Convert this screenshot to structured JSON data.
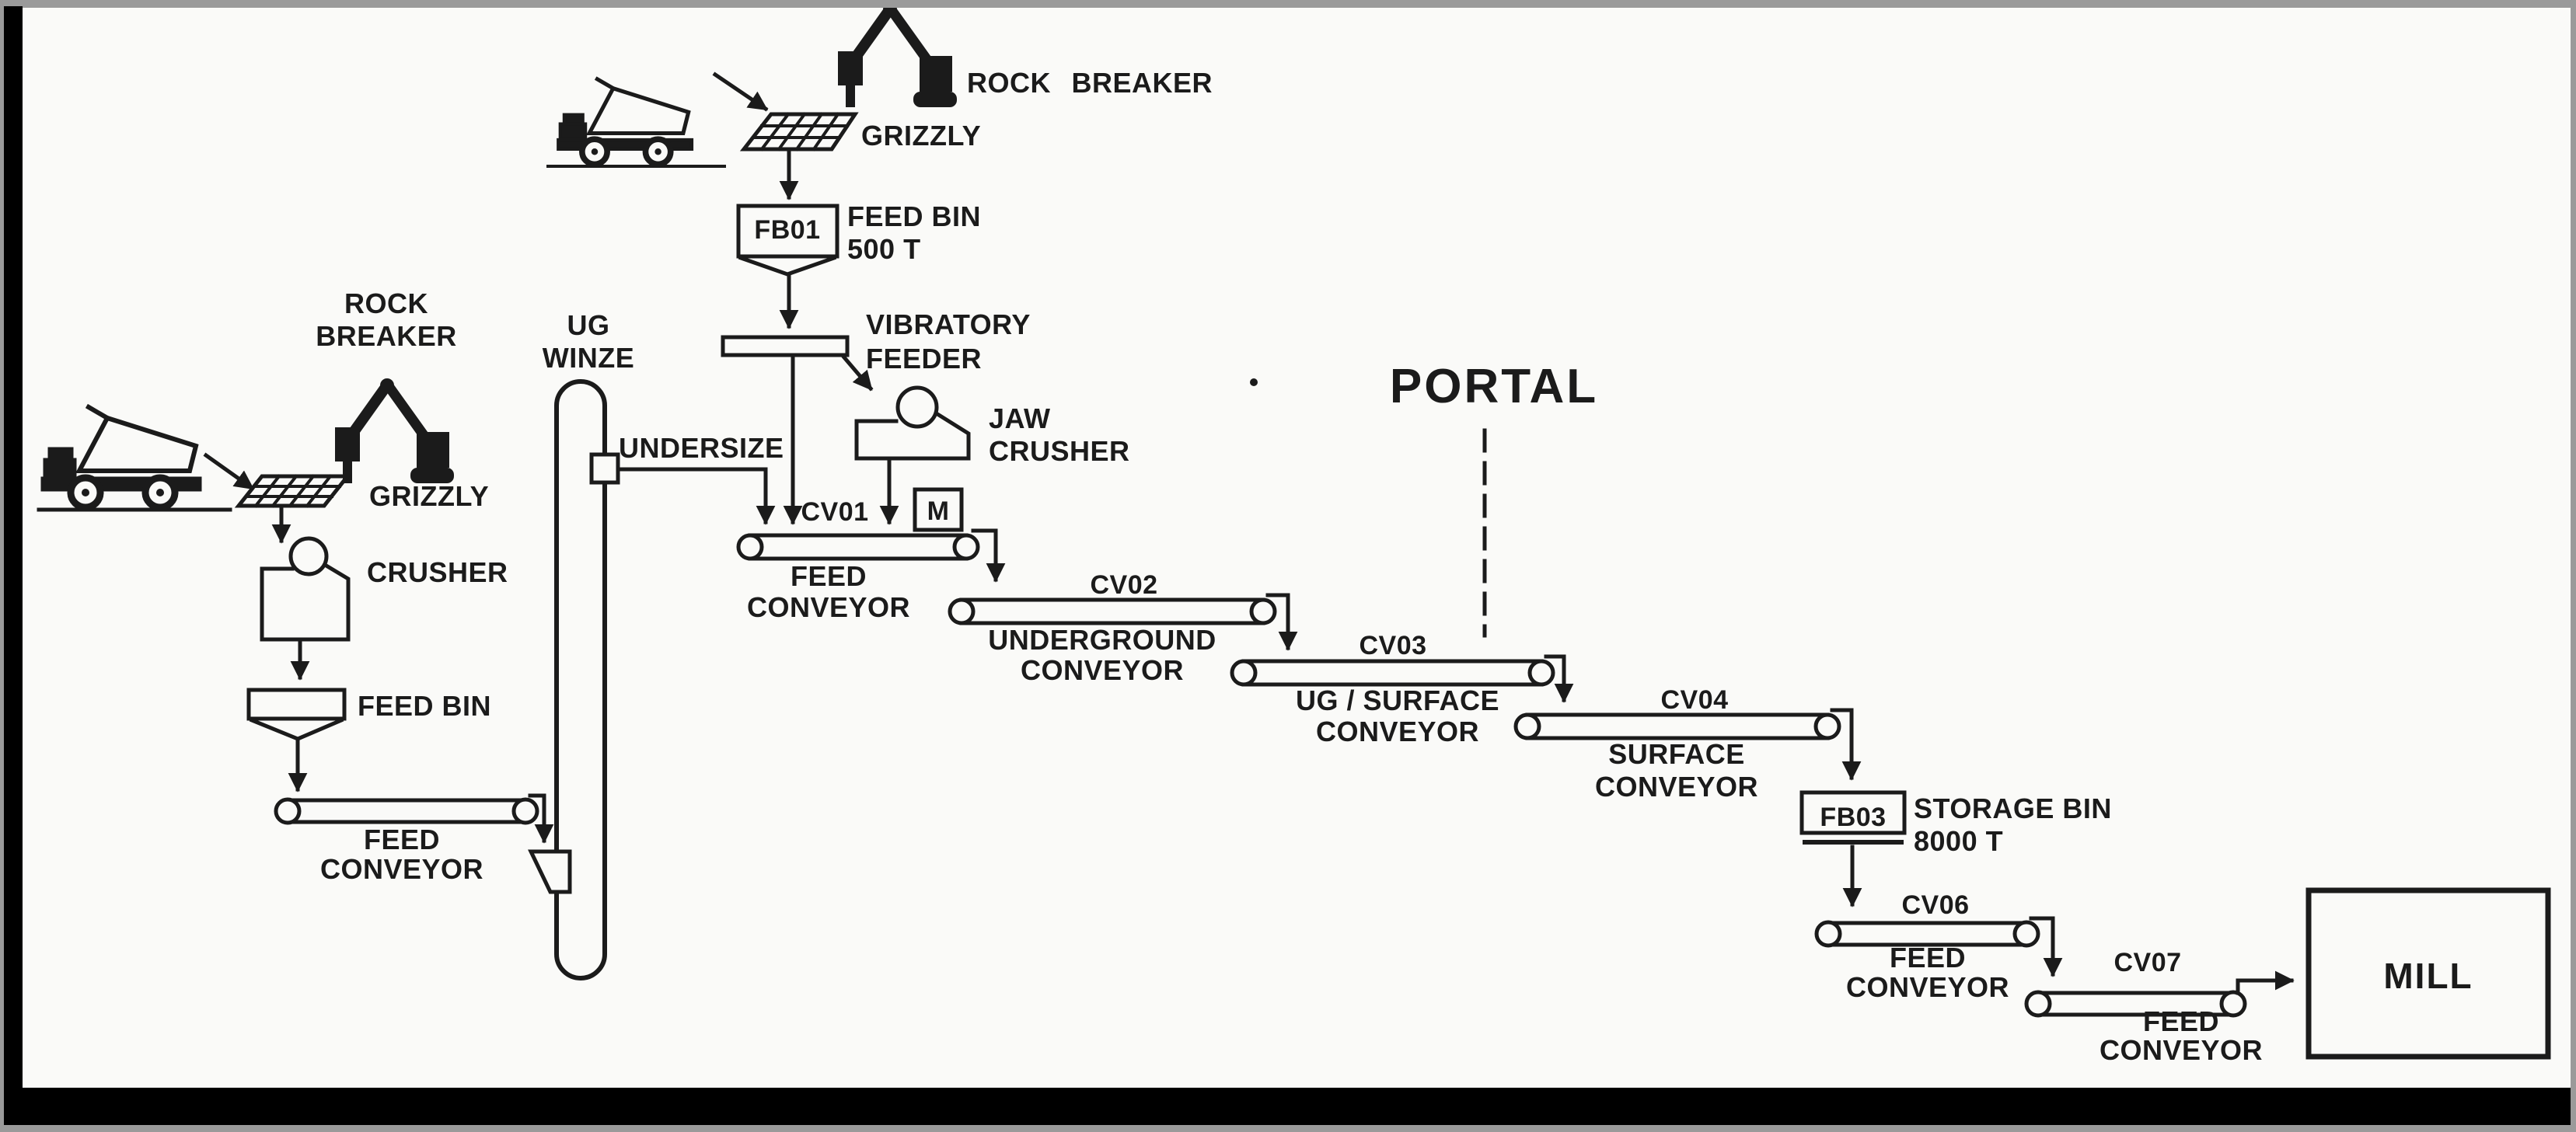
{
  "colors": {
    "ink": "#1b1b1b",
    "paper": "#fafaf8",
    "frame_black": "#000000",
    "frame_gray": "#9a9a9a"
  },
  "left_branch": {
    "rock_breaker": "ROCK\nBREAKER",
    "grizzly": "GRIZZLY",
    "crusher": "CRUSHER",
    "feed_bin": "FEED BIN",
    "feed_conveyor": "FEED\nCONVEYOR"
  },
  "winze": {
    "label": "UG\nWINZE",
    "undersize": "UNDERSIZE"
  },
  "surface_tip": {
    "rock_breaker": "ROCK BREAKER",
    "grizzly": "GRIZZLY",
    "feed_bin_tag": "FB01",
    "feed_bin": "FEED BIN\n500 T",
    "vibratory_feeder": "VIBRATORY\nFEEDER",
    "jaw_crusher": "JAW\nCRUSHER",
    "motor": "M"
  },
  "portal": "PORTAL",
  "conveyors": {
    "cv01_tag": "CV01",
    "cv01_name": "FEED\nCONVEYOR",
    "cv02_tag": "CV02",
    "cv02_name": "UNDERGROUND\nCONVEYOR",
    "cv03_tag": "CV03",
    "cv03_name": "UG / SURFACE\nCONVEYOR",
    "cv04_tag": "CV04",
    "cv04_name": "SURFACE\nCONVEYOR",
    "cv06_tag": "CV06",
    "cv06_name": "FEED\nCONVEYOR",
    "cv07_tag": "CV07",
    "cv07_name": "FEED\nCONVEYOR"
  },
  "storage_bin": {
    "tag": "FB03",
    "name": "STORAGE BIN\n8000 T"
  },
  "mill": "MILL"
}
